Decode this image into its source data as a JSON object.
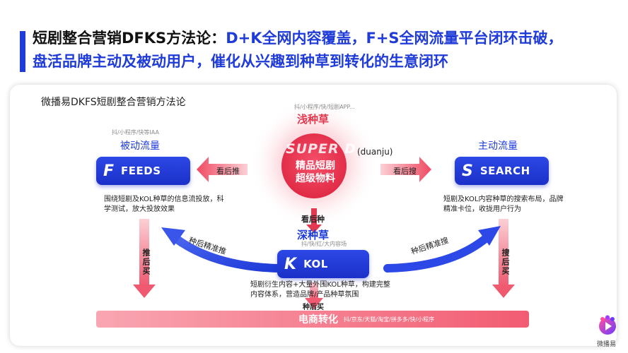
{
  "title": {
    "part1": "短剧整合营销DFKS方法论：",
    "part1_highlight": "D+K全网内容覆盖，F+S全网流量平台闭环击破，",
    "line2": "盘活品牌主动及被动用户，催化从兴趣到种草到转化的生意闭环"
  },
  "card_title": "微播易DKFS短剧整合营销方法论",
  "center": {
    "top_note": "抖/小程序/快/短剧APP...",
    "top_label": "浅种草",
    "super_d": "SUPER D",
    "super_d_note": "(duanju)",
    "core_text": "精品短剧 超级物料",
    "down_arrow_label": "看后种",
    "bottom_label": "深种草",
    "bottom_note": "抖/快/红/大内容场"
  },
  "feeds": {
    "note": "抖/小程序/快等IAA",
    "label": "被动流量",
    "letter": "F",
    "word": "FEEDS",
    "desc": "围绕短剧及KOL种草的信息流投放，科学测试，放大投放效果",
    "arrow_label": "看后推",
    "down_label": "推后买",
    "curve_label": "种后精准推"
  },
  "search": {
    "label": "主动流量",
    "letter": "S",
    "word": "SEARCH",
    "desc": "短剧及KOL内容种草的搜索布局，品牌精准卡位，收拢用户行为",
    "arrow_label": "看后搜",
    "down_label": "搜后买",
    "curve_label": "种后精准搜"
  },
  "kol": {
    "letter": "K",
    "word": "KOL",
    "desc": "短剧衍生内容+大量外围KOL种草，构建完整内容体系，营造品牌/产品种草氛围",
    "down_label": "种后买"
  },
  "bottom": {
    "label": "电商转化",
    "note": "抖/京东/天猫/淘宝/拼多多/快/小程序"
  },
  "logo": {
    "text": "微播易"
  },
  "colors": {
    "blue": "#1f3bd8",
    "red": "#e23a50",
    "pink": "#f25c72"
  }
}
